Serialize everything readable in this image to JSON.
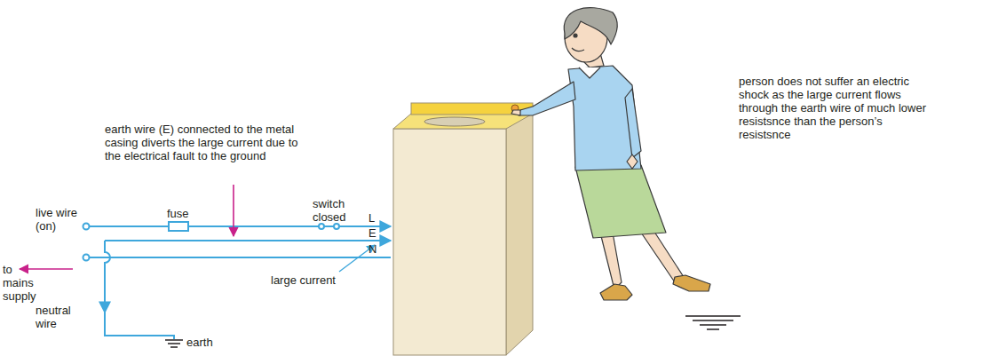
{
  "diagram": {
    "labels": [
      "earth wire (E) connected to the metal casing diverts the large current due to the electrical fault to the ground",
      "live wire (on)",
      "fuse",
      "switch closed",
      "L",
      "E",
      "N",
      "to mains supply",
      "neutral wire",
      "large current",
      "earth",
      "person does not suffer an electric shock as the large current flows through the earth wire of much lower resistsnce than the person’s resistsnce"
    ]
  }
}
